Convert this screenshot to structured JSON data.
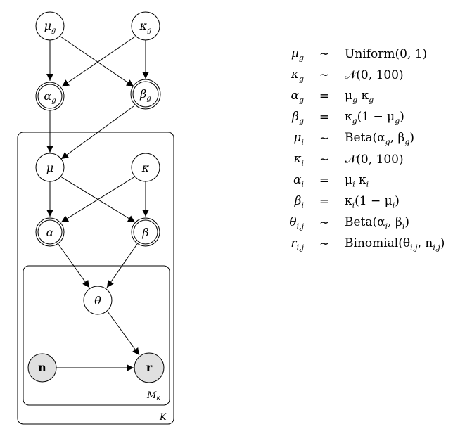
{
  "nodes": {
    "mu_g": {
      "symbol": "μ",
      "sub": "g"
    },
    "kappa_g": {
      "symbol": "κ",
      "sub": "g"
    },
    "alpha_g": {
      "symbol": "α",
      "sub": "g"
    },
    "beta_g": {
      "symbol": "β",
      "sub": "g"
    },
    "mu": {
      "symbol": "μ",
      "sub": ""
    },
    "kappa": {
      "symbol": "κ",
      "sub": ""
    },
    "alpha": {
      "symbol": "α",
      "sub": ""
    },
    "beta": {
      "symbol": "β",
      "sub": ""
    },
    "theta": {
      "symbol": "θ",
      "sub": ""
    },
    "n": {
      "symbol": "n",
      "sub": ""
    },
    "r": {
      "symbol": "r",
      "sub": ""
    }
  },
  "plates": {
    "outer": {
      "label": "K",
      "sub": ""
    },
    "inner": {
      "label": "M",
      "sub": "k"
    }
  },
  "equations": [
    {
      "lhs": "μ",
      "lhs_sub": "g",
      "rel": "∼",
      "rhs": "Uniform(0, 1)"
    },
    {
      "lhs": "κ",
      "lhs_sub": "g",
      "rel": "∼",
      "rhs": "𝒩(0, 100)"
    },
    {
      "lhs": "α",
      "lhs_sub": "g",
      "rel": "=",
      "rhs": "μ_g κ_g"
    },
    {
      "lhs": "β",
      "lhs_sub": "g",
      "rel": "=",
      "rhs": "κ_g(1 − μ_g)"
    },
    {
      "lhs": "μ",
      "lhs_sub": "i",
      "rel": "∼",
      "rhs": "Beta(α_g, β_g)"
    },
    {
      "lhs": "κ",
      "lhs_sub": "i",
      "rel": "∼",
      "rhs": "𝒩(0, 100)"
    },
    {
      "lhs": "α",
      "lhs_sub": "i",
      "rel": "=",
      "rhs": "μ_i κ_i"
    },
    {
      "lhs": "β",
      "lhs_sub": "i",
      "rel": "=",
      "rhs": "κ_i(1 − μ_i)"
    },
    {
      "lhs": "θ",
      "lhs_sub": "i,j",
      "rel": "∼",
      "rhs": "Beta(α_i, β_i)"
    },
    {
      "lhs": "r",
      "lhs_sub": "i,j",
      "rel": "∼",
      "rhs": "Binomial(θ_{i,j}, n_{i,j})"
    }
  ],
  "colors": {
    "observed_fill": "#e0e0e0",
    "latent_fill": "#ffffff",
    "stroke": "#000000"
  }
}
